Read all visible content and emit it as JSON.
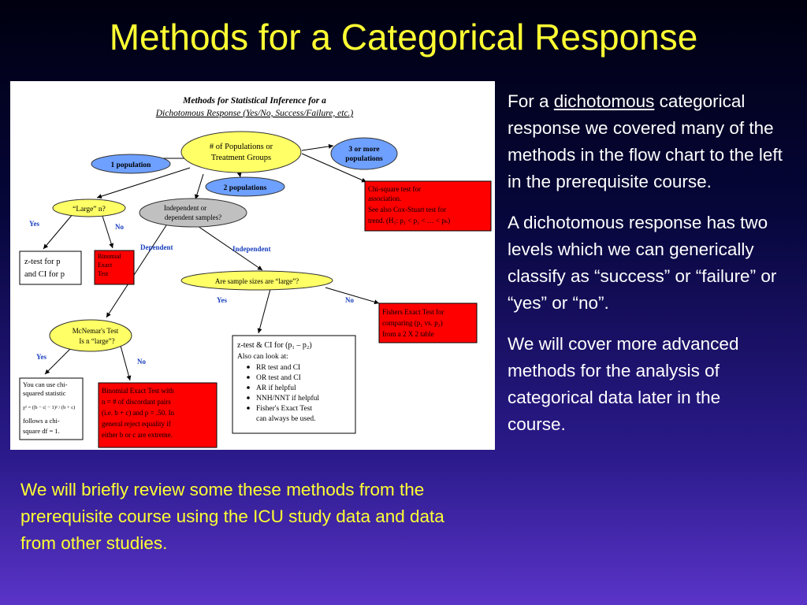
{
  "slide": {
    "title": "Methods for a Categorical Response",
    "right_para1_prefix": "For a ",
    "right_para1_link": "dichotomous",
    "right_para1_rest": "categorical response we covered many of the methods in the flow chart to the left in the prerequisite course.",
    "right_para2": "A dichotomous response has two levels which we can generically classify as “success” or “failure” or “yes” or “no”.",
    "right_para3": "We will cover more advanced methods for the analysis of categorical data later in the course.",
    "bottom_text": "We will briefly review some these methods from the prerequisite course using the ICU study data and data from other studies.",
    "colors": {
      "title": "#ffff33",
      "body": "#ffffff",
      "bottom": "#ffff33",
      "node_red": "#ff0000",
      "node_yellow": "#ffff66",
      "node_blue": "#6ea0ff",
      "node_gray": "#c0c0c0"
    }
  },
  "flowchart": {
    "title_line1": "Methods for Statistical Inference for a",
    "title_line2": "Dichotomous Response (Yes/No, Success/Failure, etc.)",
    "populations_line1": "# of Populations or",
    "populations_line2": "Treatment Groups",
    "one_population": "1 population",
    "two_populations": "2 populations",
    "three_populations_line1": "3 or more",
    "three_populations_line2": "populations",
    "large_n": "“Large” n?",
    "yes": "Yes",
    "no": "No",
    "ztest_line1": "z-test for p",
    "ztest_line2": "and CI for p",
    "binomial_line1": "Binomial",
    "binomial_line2": "Exact",
    "binomial_line3": "Test",
    "indep_line1": "Independent or",
    "indep_line2": "dependent samples?",
    "dependent": "Dependent",
    "independent": "Independent",
    "chisq_line1": "Chi-square test for",
    "chisq_line2": "association.",
    "chisq_line3": "See also Cox-Stuart test for",
    "chisq_line4": "trend. (H₁: p₁ < p₂ < … < pₖ)",
    "sample_large": "Are sample sizes are “large”?",
    "fisher_line1": "Fishers Exact Test for",
    "fisher_line2": "comparing (p₁ vs. p₂)",
    "fisher_line3": "from a 2 X 2 table",
    "mcnemar_line1": "McNemar's Test",
    "mcnemar_line2": "Is n “large”?",
    "twosample_line1": "z-test & CI for (p₁ – p₂)",
    "twosample_line2": "Also can look at:",
    "twosample_items": [
      "RR test and CI",
      "OR test and CI",
      "AR if helpful",
      "NNH/NNT if helpful",
      "Fisher's Exact Test",
      "can always be used."
    ],
    "chisq2_line1": "You can use chi-",
    "chisq2_line2": "squared statistic",
    "chisq2_formula": "χ² = (|b − c| − 1)² / (b + c)",
    "chisq2_line3": "follows a chi-",
    "chisq2_line4": "square df = 1.",
    "binexact_line1": "Binomial Exact Test with",
    "binexact_line2": "n = # of discordant pairs",
    "binexact_line3": "(i.e. b + c) and p = .50. In",
    "binexact_line4": "general reject equality if",
    "binexact_line5": "either b or c are extreme."
  }
}
